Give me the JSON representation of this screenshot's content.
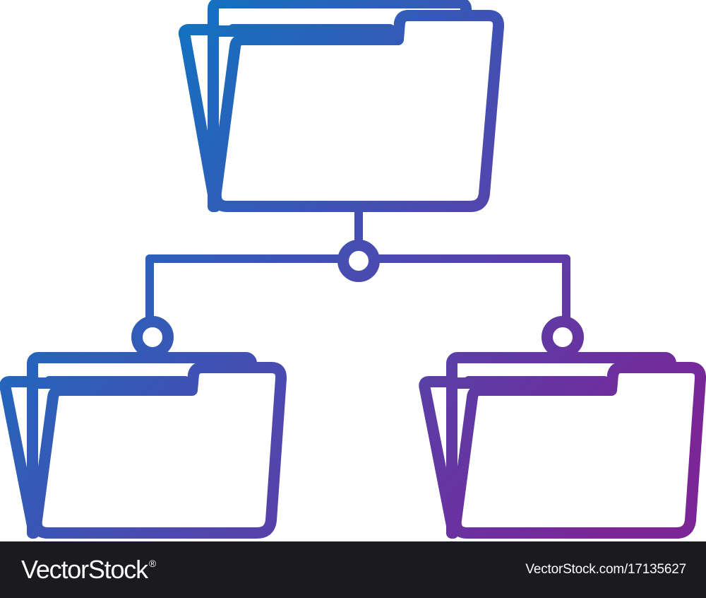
{
  "diagram": {
    "folders": [
      {
        "id": "root-folder",
        "level": 0
      },
      {
        "id": "child-folder-left",
        "level": 1
      },
      {
        "id": "child-folder-right",
        "level": 1
      }
    ],
    "edges": [
      {
        "from": "root-folder",
        "to": "child-folder-left"
      },
      {
        "from": "root-folder",
        "to": "child-folder-right"
      }
    ],
    "colors": {
      "gradient_start": "#0879c4",
      "gradient_mid": "#4a4bb0",
      "gradient_end": "#7b2596",
      "background": "#ffffff"
    }
  },
  "footer": {
    "brand": "VectorStock",
    "registered_mark": "®",
    "url": "VectorStock.com/17135627",
    "background": "#1b1b1f"
  }
}
